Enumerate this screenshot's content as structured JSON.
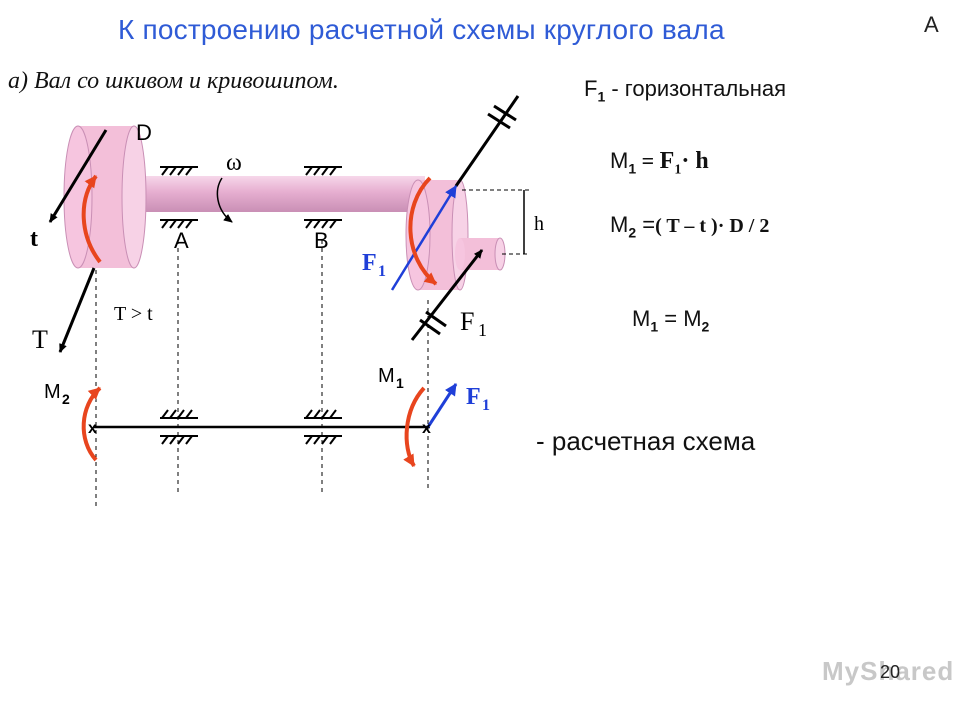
{
  "title": "К построению расчетной схемы круглого вала",
  "corner_label": "A",
  "subtitle": "а) Вал со шкивом и кривошипом.",
  "right_notes": {
    "f1_desc_F": "F",
    "f1_desc_sub": "1",
    "f1_desc_rest": " - горизонтальная",
    "m1_lhs_M": "M",
    "m1_lhs_sub": "1",
    "m1_eq": " = ",
    "m1_rhs": "F",
    "m1_rhs_sub": "1",
    "m1_rhs_rest": "· h",
    "m2_lhs_M": "M",
    "m2_lhs_sub": "2",
    "m2_eq": " =",
    "m2_rhs": "( T – t )· D / 2",
    "eq_M1": "M",
    "eq_M1_sub": "1",
    "eq_mid": " = M",
    "eq_M2_sub": "2",
    "scheme_label": "- расчетная схема"
  },
  "diagram_labels": {
    "D": "D",
    "omega": "ω",
    "t": "t",
    "A": "A",
    "B": "B",
    "h": "h",
    "T": "T",
    "T_gt_t": "T > t",
    "F": "F",
    "sub1": "1",
    "M": "M",
    "sub2": "2",
    "x": "x"
  },
  "page_number": "20",
  "watermark": "MyShared",
  "colors": {
    "title": "#2f5bd6",
    "pulley": "#f5c9df",
    "shaft": "#e9b6d6",
    "red_arrow": "#e8451e",
    "blue_arrow": "#1f3fd8",
    "black": "#000000"
  }
}
